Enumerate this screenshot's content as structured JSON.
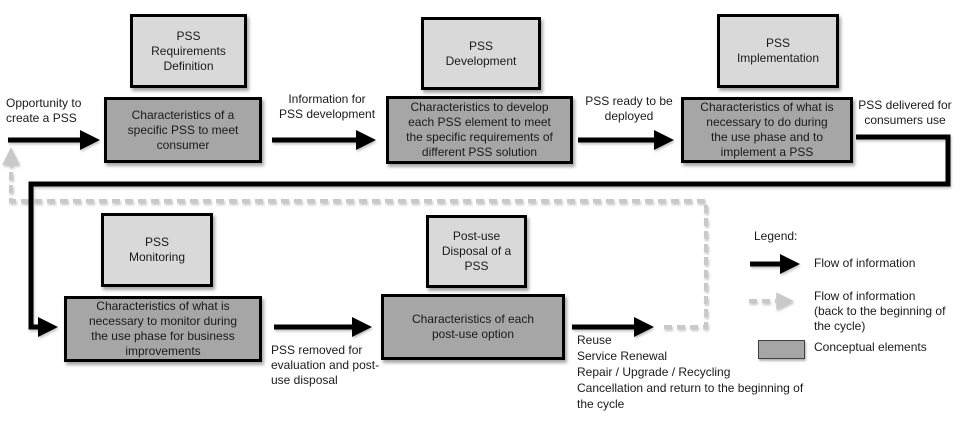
{
  "title": "PSS lifecycle flow diagram",
  "stages": [
    {
      "id": "requirements",
      "label": "PSS\nRequirements\nDefinition"
    },
    {
      "id": "development",
      "label": "PSS\nDevelopment"
    },
    {
      "id": "implementation",
      "label": "PSS\nImplementation"
    },
    {
      "id": "monitoring",
      "label": "PSS\nMonitoring"
    },
    {
      "id": "disposal",
      "label": "Post-use\nDisposal of a\nPSS"
    }
  ],
  "concepts": [
    {
      "id": "concept-requirements",
      "label": "Characteristics of a\nspecific PSS to meet\nconsumer"
    },
    {
      "id": "concept-development",
      "label": "Characteristics to develop\neach PSS element to meet\nthe specific requirements of\ndifferent PSS solution"
    },
    {
      "id": "concept-implementation",
      "label": "Characteristics of what is\nnecessary to do during\nthe use phase and to\nimplement a PSS"
    },
    {
      "id": "concept-monitoring",
      "label": "Characteristics of what is\nnecessary to monitor during\nthe use phase for business\nimprovements"
    },
    {
      "id": "concept-disposal",
      "label": "Characteristics of each\npost-use option"
    }
  ],
  "flow_labels": [
    {
      "id": "opportunity",
      "label": "Opportunity to\ncreate a PSS"
    },
    {
      "id": "information",
      "label": "Information for\nPSS development"
    },
    {
      "id": "ready",
      "label": "PSS ready to be\ndeployed"
    },
    {
      "id": "delivered",
      "label": "PSS delivered for\nconsumers use"
    },
    {
      "id": "removed",
      "label": "PSS removed for\nevaluation and post-\nuse disposal"
    },
    {
      "id": "post-use-options",
      "label": "Reuse\nService Renewal\nRepair / Upgrade / Recycling\nCancellation and return to the beginning of\nthe cycle"
    }
  ],
  "legend": {
    "title": "Legend:",
    "items": [
      {
        "symbol": "solid-arrow",
        "label": "Flow of information"
      },
      {
        "symbol": "dashed-arrow",
        "label": "Flow of information\n(back to the beginning of\nthe cycle)"
      },
      {
        "symbol": "concept-box",
        "label": "Conceptual elements"
      }
    ]
  },
  "colors": {
    "stage_fill": "#d9d9d9",
    "concept_fill": "#a6a6a6",
    "line_color": "#000000",
    "dashed_color": "#c9c9c9",
    "text_color": "#1a1a1a",
    "background": "#ffffff"
  }
}
